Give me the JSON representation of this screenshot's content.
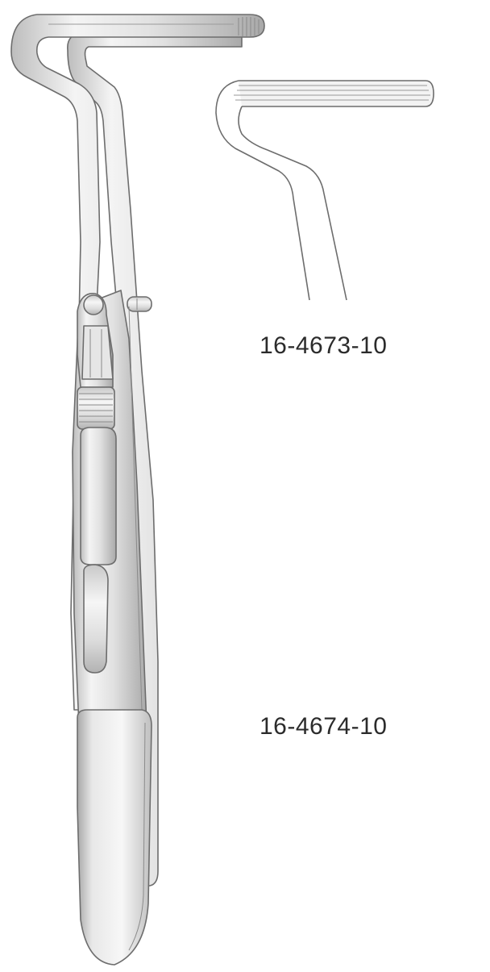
{
  "figure": {
    "views": [
      {
        "id": "main-instrument",
        "kind": "forceps-full-view"
      },
      {
        "id": "tip-variant-1",
        "label": "16-4673-10"
      },
      {
        "id": "tip-variant-2",
        "label": "16-4674-10"
      }
    ],
    "colors": {
      "outline": "#6d6d6d",
      "metal_light": "#f2f2f2",
      "metal_mid": "#d9d9d9",
      "metal_dark": "#b5b5b5",
      "text": "#2b2b2b"
    }
  }
}
